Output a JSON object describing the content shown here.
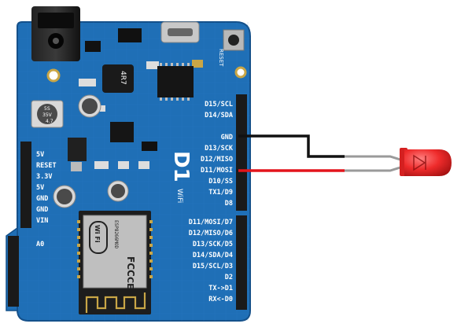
{
  "board": {
    "title": "D1",
    "subtitle": "WiFi",
    "reset_label": "RESET",
    "regulator_label": "4R7",
    "cap_labels": [
      "5S",
      "35V",
      "4.7"
    ]
  },
  "module": {
    "wifi_label": "Wi Fi",
    "chip_text": "ESP8266MOD",
    "fcc_label": "FCC",
    "ce_label": "CE"
  },
  "pins_left": [
    "5V",
    "RESET",
    "3.3V",
    "5V",
    "GND",
    "GND",
    "VIN",
    "A0"
  ],
  "pins_right": [
    "D15/SCL",
    "D14/SDA",
    "GND",
    "D13/SCK",
    "D12/MISO",
    "D11/MOSI",
    "D10/SS",
    "TX1/D9",
    "D8",
    "D11/MOSI/D7",
    "D12/MISO/D6",
    "D13/SCK/D5",
    "D14/SDA/D4",
    "D15/SCL/D3",
    "D2",
    "TX->D1",
    "RX<-D0"
  ],
  "colors": {
    "board": "#1f6fb6",
    "board_dark": "#14508a",
    "wire_gnd": "#111111",
    "wire_signal": "#e3141b",
    "led": "#ee2b2b",
    "header": "#1a1a1a"
  }
}
